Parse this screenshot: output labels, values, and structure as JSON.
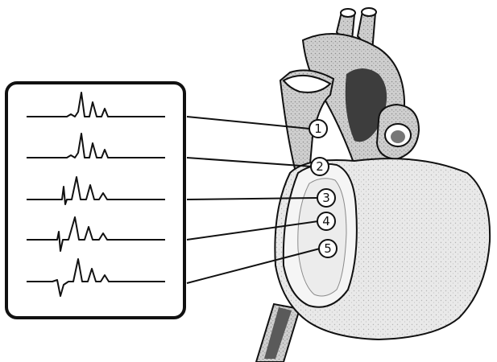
{
  "figure": {
    "colors": {
      "ink": "#111111",
      "heart_fill": "#e6e6e6",
      "chamber_fill": "#f4f4f4",
      "vessel_fill": "#d8d8d8",
      "vessel_dark": "#6b6b6b",
      "panel_border": "#111111"
    },
    "traces": [
      {
        "index": 1,
        "waveform": "p-wave-then-atrial-deflections"
      },
      {
        "index": 2,
        "waveform": "p-wave-then-atrial-deflections"
      },
      {
        "index": 3,
        "waveform": "small-spike-then-deflections"
      },
      {
        "index": 4,
        "waveform": "biphasic-spike-then-deflections"
      },
      {
        "index": 5,
        "waveform": "negative-spike-then-deflections"
      }
    ],
    "markers": [
      {
        "label": "1"
      },
      {
        "label": "2"
      },
      {
        "label": "3"
      },
      {
        "label": "4"
      },
      {
        "label": "5"
      }
    ]
  }
}
